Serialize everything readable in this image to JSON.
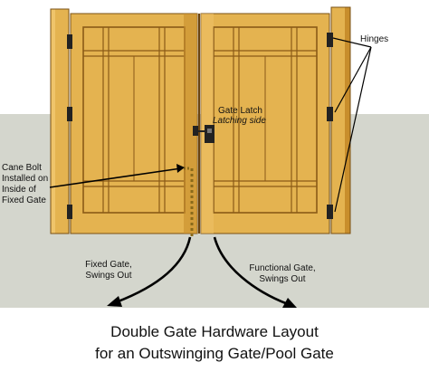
{
  "colors": {
    "sky": "#ffffff",
    "ground": "#d4d6cd",
    "wood": "#e4b350",
    "wood_dark": "#c88e2c",
    "wood_light": "#efc46a",
    "groove": "#8a5a17",
    "hardware": "#222222",
    "cane_bolt_dots": "#8a6a1a",
    "arrow": "#000000"
  },
  "labels": {
    "hinges": "Hinges",
    "gate_latch": "Gate Latch",
    "latching_side": "Latching side",
    "cane_bolt": [
      "Cane Bolt",
      "Installed on",
      "Inside of",
      "Fixed Gate"
    ],
    "fixed_gate": [
      "Fixed Gate,",
      "Swings Out"
    ],
    "functional_gate": [
      "Functional Gate,",
      "Swings Out"
    ]
  },
  "caption": {
    "line1": "Double Gate Hardware Layout",
    "line2": "for an Outswinging Gate/Pool Gate"
  }
}
